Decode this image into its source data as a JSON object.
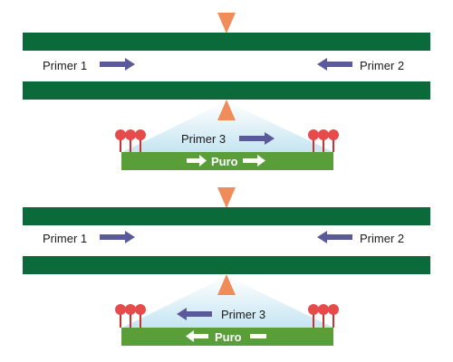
{
  "colors": {
    "genome_strand": "#0a6a3a",
    "cassette": "#5a9e3a",
    "cut_site": "#f08c5a",
    "primer_arrow": "#5a5a9a",
    "loxp_site": "#e64b4b",
    "loxp_stem": "#c83232",
    "puro_arrow": "#ffffff",
    "cone": "#c4e4f0"
  },
  "panels": [
    {
      "primer1": "Primer 1",
      "primer2": "Primer 2",
      "primer3": "Primer 3",
      "puro": "Puro",
      "orientation": "forward"
    },
    {
      "primer1": "Primer 1",
      "primer2": "Primer 2",
      "primer3": "Primer 3",
      "puro": "Puro",
      "orientation": "reverse"
    }
  ]
}
